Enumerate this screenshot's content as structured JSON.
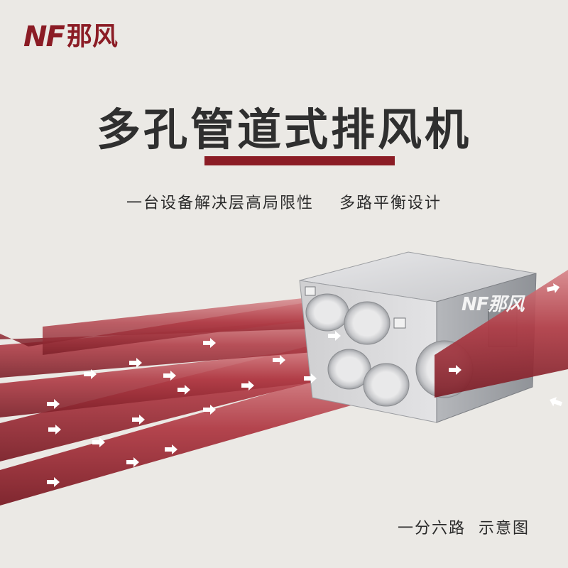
{
  "brand": {
    "mark": "NF",
    "name": "那风",
    "color": "#8b1c25"
  },
  "headline": {
    "title": "多孔管道式排风机",
    "subtitle": "一台设备解决层高局限性    多路平衡设计"
  },
  "caption": "一分六路  示意图",
  "product_label": "NF那风",
  "icons": {
    "flow_arrow": "arrow-right-icon",
    "handle": "mounting-bracket-icon"
  }
}
